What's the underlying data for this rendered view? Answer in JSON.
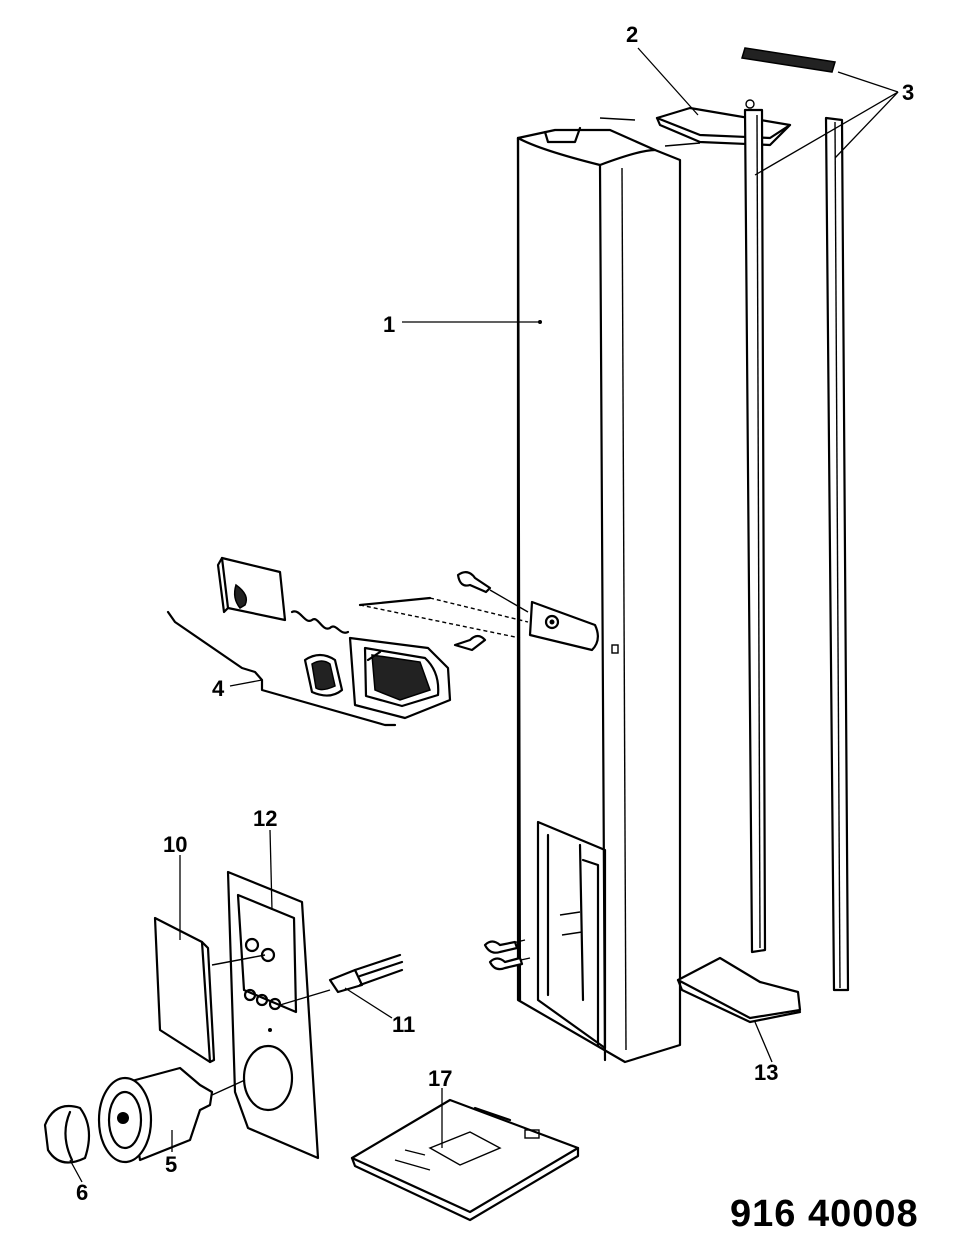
{
  "callouts": {
    "c1": "1",
    "c2": "2",
    "c3": "3",
    "c4": "4",
    "c5": "5",
    "c6": "6",
    "c10": "10",
    "c11": "11",
    "c12": "12",
    "c13": "13",
    "c17": "17"
  },
  "reference_number": "916 40008"
}
